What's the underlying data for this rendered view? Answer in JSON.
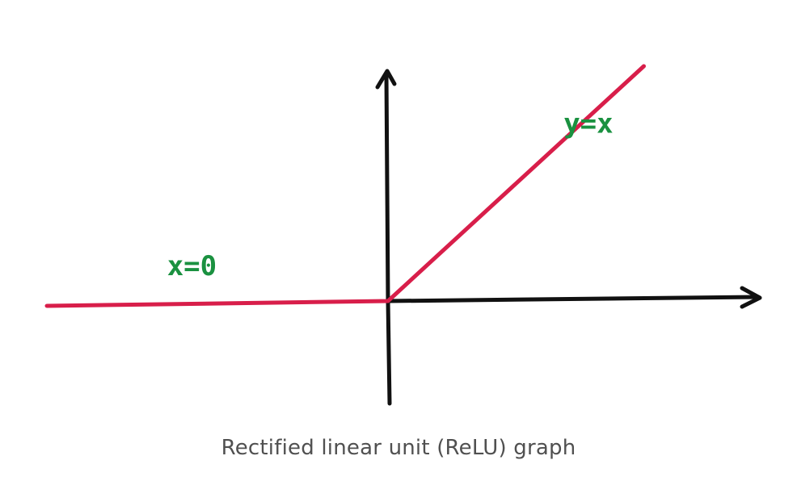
{
  "caption": "Rectified linear unit (ReLU) graph",
  "colors": {
    "relu_line": "#d81e4a",
    "axes": "#111111",
    "annotation": "#1a9140",
    "caption": "#505050",
    "background": "#ffffff"
  },
  "chart_data": {
    "type": "line",
    "title": "Rectified linear unit (ReLU) graph",
    "xlabel": "",
    "ylabel": "",
    "grid": false,
    "xlim": [
      -4,
      4
    ],
    "ylim": [
      -1,
      3
    ],
    "series": [
      {
        "x": [
          -4,
          0,
          3
        ],
        "y": [
          0,
          0,
          3
        ]
      }
    ],
    "annotations": [
      {
        "text": "x=0",
        "x": -2.3,
        "y": 0.33
      },
      {
        "text": "y=x",
        "x": 2.35,
        "y": 2.15
      }
    ]
  }
}
